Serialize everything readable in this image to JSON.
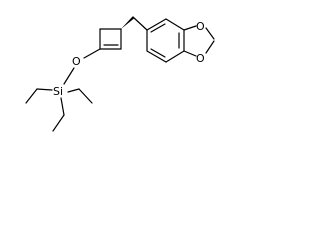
{
  "structure": {
    "colors": {
      "bond": "#000000",
      "label": "#000000",
      "background": "#ffffff"
    },
    "atoms": {
      "oxygen_siloxy": "O",
      "silicon": "Si",
      "oxygen_dioxole_top": "O",
      "oxygen_dioxole_bottom": "O"
    },
    "stereo": {
      "cyclobutene_substituent": "wedge-bond"
    }
  }
}
